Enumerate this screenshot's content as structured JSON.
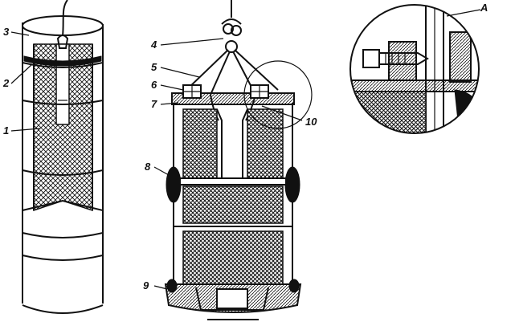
{
  "figure": {
    "callouts": [
      {
        "id": "c1",
        "text": "1"
      },
      {
        "id": "c2",
        "text": "2"
      },
      {
        "id": "c3",
        "text": "3"
      },
      {
        "id": "c4",
        "text": "4"
      },
      {
        "id": "c5",
        "text": "5"
      },
      {
        "id": "c6",
        "text": "6"
      },
      {
        "id": "c7",
        "text": "7"
      },
      {
        "id": "c8",
        "text": "8"
      },
      {
        "id": "c9",
        "text": "9"
      },
      {
        "id": "c10",
        "text": "10"
      },
      {
        "id": "cA",
        "text": "A"
      }
    ]
  },
  "colors": {
    "ink": "#111111",
    "paper": "#ffffff"
  }
}
